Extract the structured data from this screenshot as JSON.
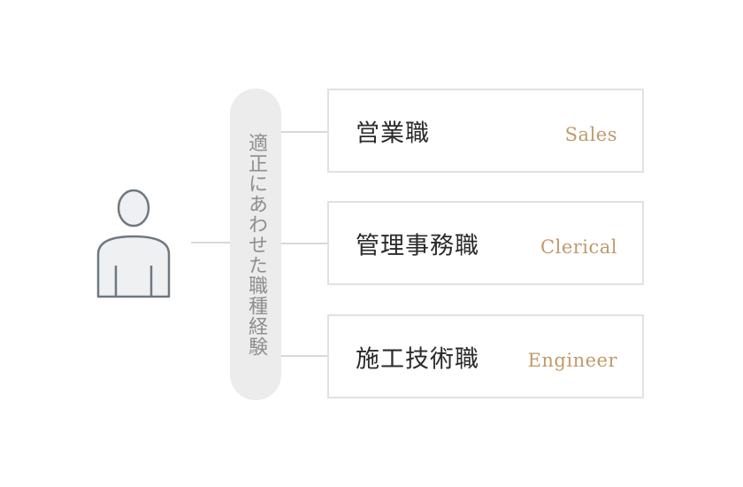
{
  "diagram": {
    "person_icon": "person-icon",
    "center_label": "適正にあわせた職種経験",
    "jobs": [
      {
        "name_ja": "営業職",
        "name_en": "Sales"
      },
      {
        "name_ja": "管理事務職",
        "name_en": "Clerical"
      },
      {
        "name_ja": "施工技術職",
        "name_en": "Engineer"
      }
    ]
  },
  "colors": {
    "line": "#d8d8d8",
    "pill_bg": "#ececec",
    "pill_text": "#8e8e8e",
    "box_border": "#e1e1e1",
    "accent_gold": "#c09a6b",
    "icon_stroke": "#707880",
    "icon_fill": "#eef0f2"
  }
}
